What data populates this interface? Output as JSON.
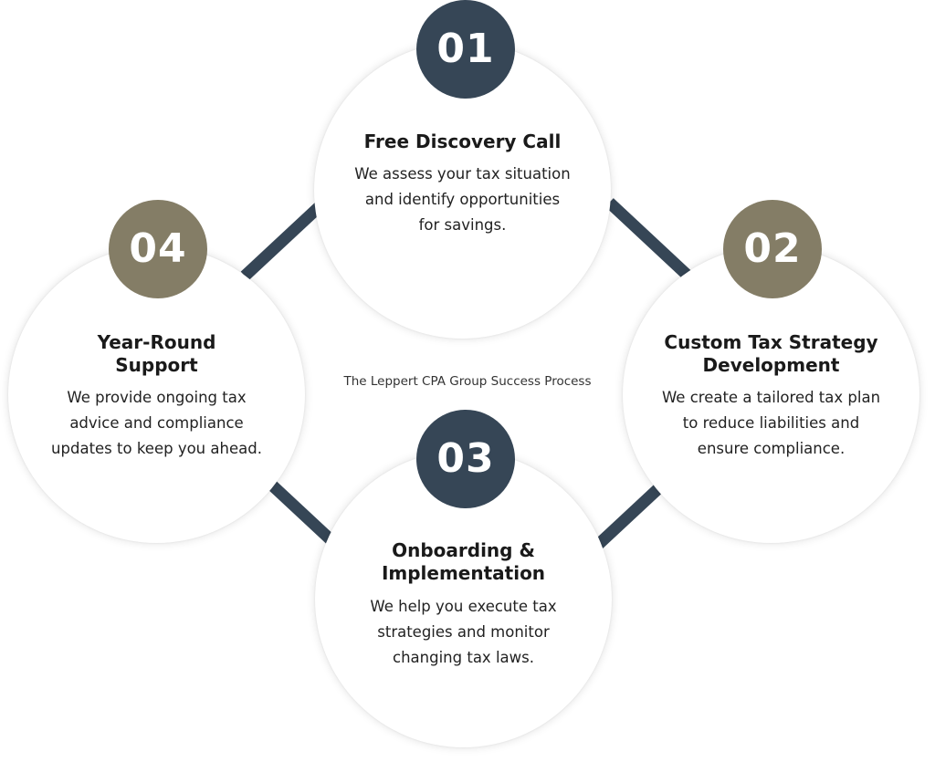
{
  "diagram": {
    "center_label": "The Leppert CPA Group Success Process",
    "colors": {
      "dark": "#364656",
      "olive": "#847D66",
      "connector": "#364656"
    },
    "steps": [
      {
        "number": "01",
        "title": "Free Discovery Call",
        "description": "We assess your tax situation\nand identify opportunities\nfor savings."
      },
      {
        "number": "02",
        "title": "Custom Tax Strategy\nDevelopment",
        "description": "We create a tailored tax plan\nto reduce liabilities and\nensure compliance."
      },
      {
        "number": "03",
        "title": "Onboarding &\nImplementation",
        "description": "We help you execute tax\nstrategies and monitor\nchanging tax laws."
      },
      {
        "number": "04",
        "title": "Year-Round\nSupport",
        "description": "We provide ongoing tax\nadvice and compliance\nupdates to keep you ahead."
      }
    ]
  }
}
